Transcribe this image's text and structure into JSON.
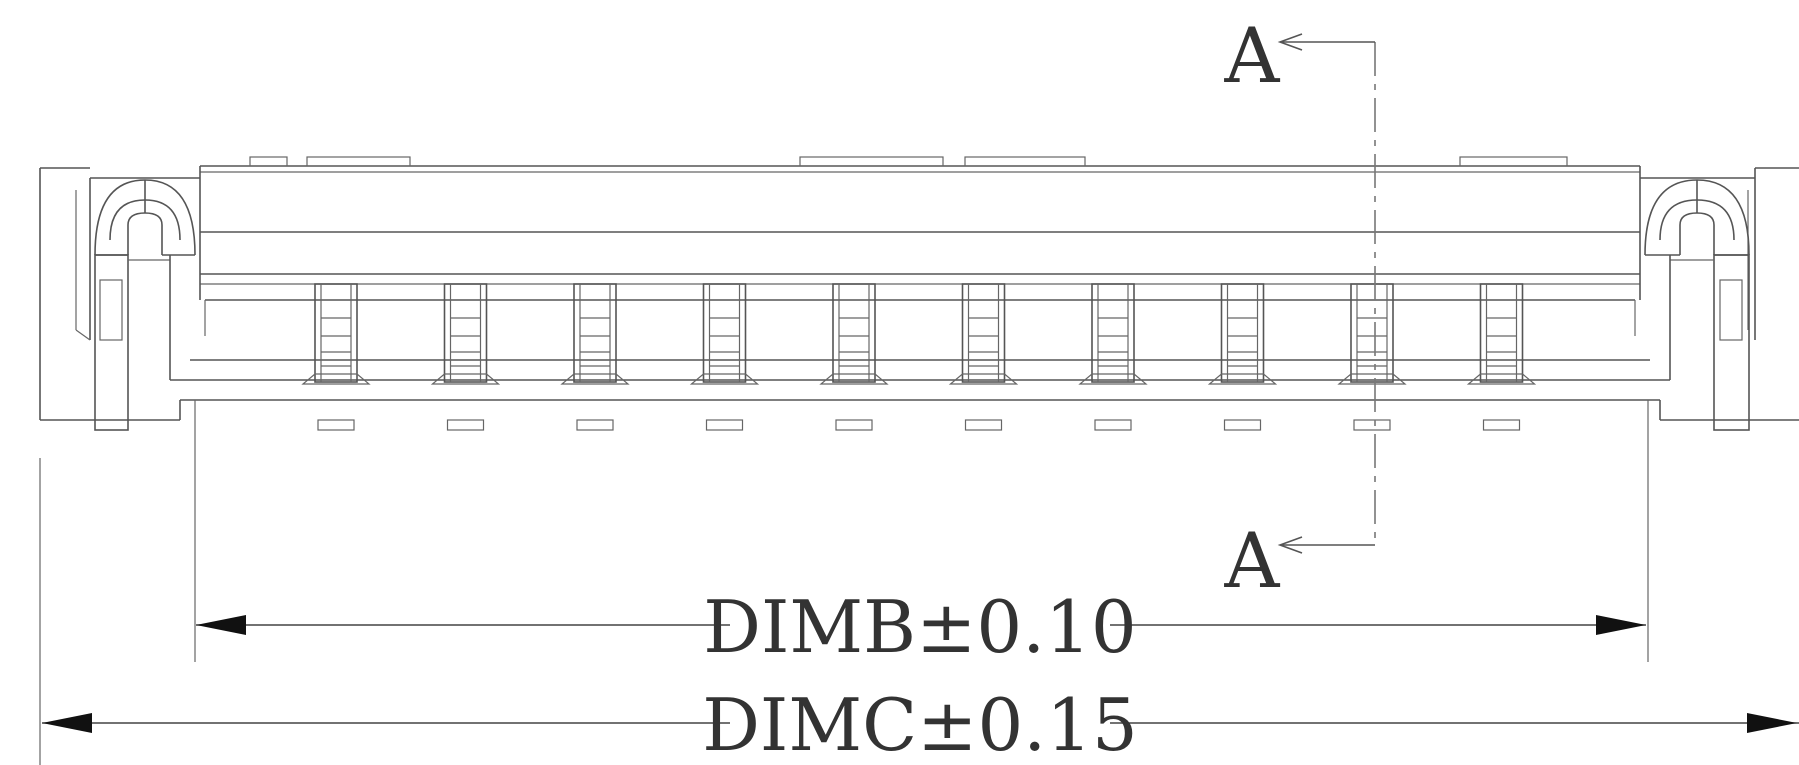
{
  "section_label_top": "A",
  "section_label_bottom": "A",
  "dim_b": "DIMB±0.10",
  "dim_c": "DIMC±0.15",
  "contact_count": 10
}
